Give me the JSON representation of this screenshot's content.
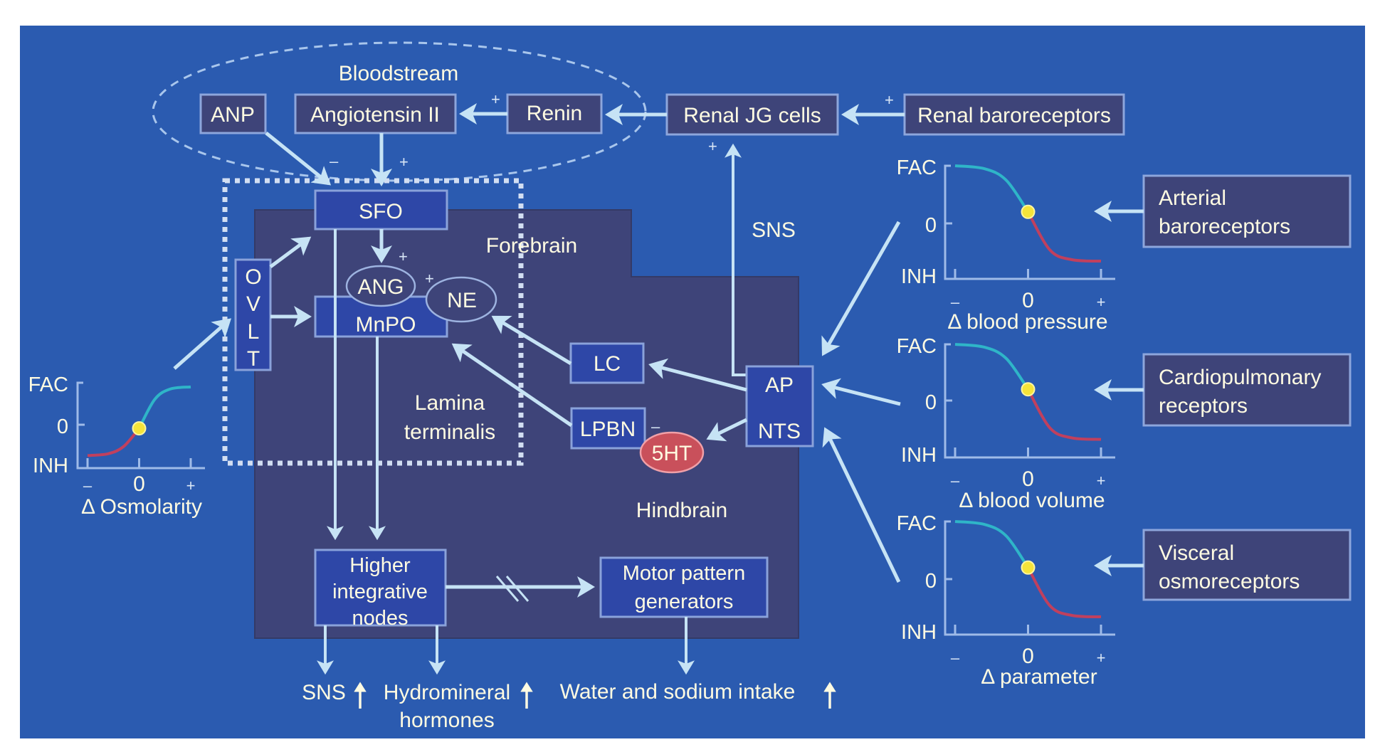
{
  "colors": {
    "background": "#2b5bb0",
    "brain_region": "#3e4479",
    "box_dark": "#3e4479",
    "box_blue": "#2e47a7",
    "arrow": "#c6e3f5",
    "text": "#fffbe2",
    "curve_facilitation": "#2fb5c8",
    "curve_inhibition": "#c0405e",
    "setpoint_dot": "#f5e43a",
    "serotonin": "#c9505b"
  },
  "regions": {
    "bloodstream": "Bloodstream",
    "forebrain": "Forebrain",
    "lamina_terminalis": "Lamina terminalis",
    "hindbrain": "Hindbrain"
  },
  "nodes": {
    "anp": "ANP",
    "angiotensin": "Angiotensin II",
    "renin": "Renin",
    "renal_jg": "Renal JG cells",
    "renal_baro": "Renal baroreceptors",
    "sfo": "SFO",
    "ovlt": [
      "O",
      "V",
      "L",
      "T"
    ],
    "ang": "ANG",
    "ne": "NE",
    "mnpo": "MnPO",
    "lc": "LC",
    "lpbn": "LPBN",
    "serotonin": "5HT",
    "ap": "AP",
    "nts": "NTS",
    "higher": [
      "Higher",
      "integrative",
      "nodes"
    ],
    "motor": [
      "Motor pattern",
      "generators"
    ],
    "arterial": [
      "Arterial",
      "baroreceptors"
    ],
    "cardio": [
      "Cardiopulmonary",
      "receptors"
    ],
    "visceral": [
      "Visceral",
      "osmoreceptors"
    ]
  },
  "edge_labels": {
    "sns_efferent": "SNS",
    "plus": "+",
    "minus": "–"
  },
  "outputs": {
    "sns": "SNS",
    "hydromineral": [
      "Hydromineral",
      "hormones"
    ],
    "intake": "Water and sodium intake"
  },
  "chart_data": [
    {
      "type": "line",
      "title": "",
      "xlabel": "Δ Osmolarity",
      "ylabel": "",
      "x_ticks": [
        "–",
        "0",
        "+"
      ],
      "y_ticks": [
        "FAC",
        "0",
        "INH"
      ],
      "shape": "increasing sigmoid",
      "x": [
        -1,
        -0.6,
        -0.3,
        0,
        0.3,
        0.6,
        1
      ],
      "y": [
        -0.85,
        -0.8,
        -0.6,
        -0.1,
        0.6,
        0.85,
        0.9
      ],
      "setpoint": {
        "x": 0,
        "y": -0.1
      },
      "xlim": [
        -1,
        1
      ],
      "ylim": [
        -1,
        1
      ]
    },
    {
      "type": "line",
      "title": "",
      "xlabel": "Δ blood pressure",
      "ylabel": "",
      "x_ticks": [
        "–",
        "0",
        "+"
      ],
      "y_ticks": [
        "FAC",
        "0",
        "INH"
      ],
      "shape": "decreasing sigmoid",
      "x": [
        -1,
        -0.6,
        -0.3,
        0,
        0.3,
        0.6,
        1
      ],
      "y": [
        1,
        0.95,
        0.75,
        0.2,
        -0.55,
        -0.75,
        -0.78
      ],
      "setpoint": {
        "x": 0,
        "y": 0.2
      },
      "xlim": [
        -1,
        1
      ],
      "ylim": [
        -1,
        1
      ]
    },
    {
      "type": "line",
      "title": "",
      "xlabel": "Δ blood volume",
      "ylabel": "",
      "x_ticks": [
        "–",
        "0",
        "+"
      ],
      "y_ticks": [
        "FAC",
        "0",
        "INH"
      ],
      "shape": "decreasing sigmoid",
      "x": [
        -1,
        -0.6,
        -0.3,
        0,
        0.3,
        0.6,
        1
      ],
      "y": [
        1,
        0.95,
        0.75,
        0.2,
        -0.55,
        -0.75,
        -0.78
      ],
      "setpoint": {
        "x": 0,
        "y": 0.2
      },
      "xlim": [
        -1,
        1
      ],
      "ylim": [
        -1,
        1
      ]
    },
    {
      "type": "line",
      "title": "",
      "xlabel": "Δ parameter",
      "ylabel": "",
      "x_ticks": [
        "–",
        "0",
        "+"
      ],
      "y_ticks": [
        "FAC",
        "0",
        "INH"
      ],
      "shape": "decreasing sigmoid",
      "x": [
        -1,
        -0.6,
        -0.3,
        0,
        0.3,
        0.6,
        1
      ],
      "y": [
        1,
        0.95,
        0.75,
        0.2,
        -0.55,
        -0.75,
        -0.78
      ],
      "setpoint": {
        "x": 0,
        "y": 0.2
      },
      "xlim": [
        -1,
        1
      ],
      "ylim": [
        -1,
        1
      ]
    }
  ]
}
